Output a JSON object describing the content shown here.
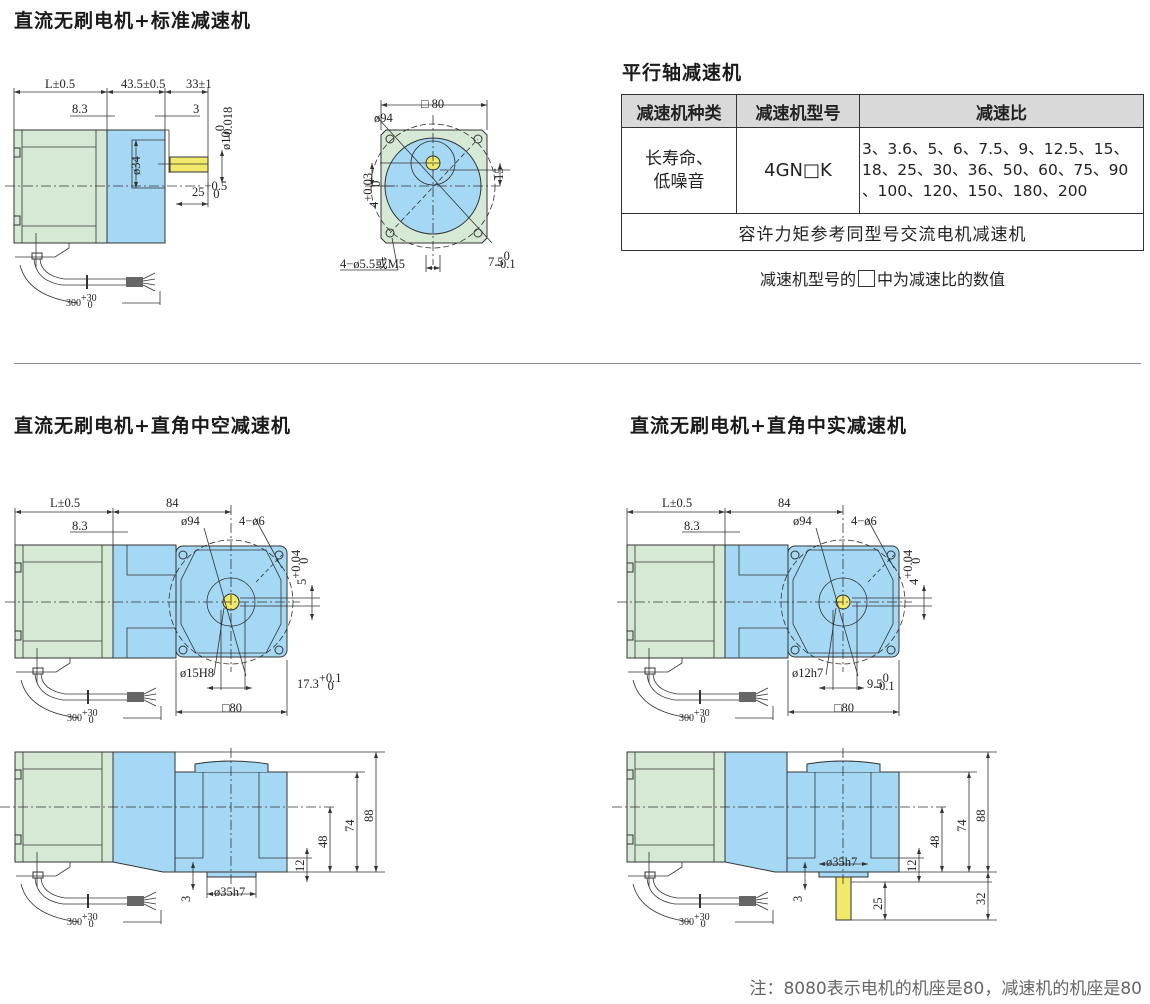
{
  "sections": {
    "standard_title": "直流无刷电机+标准减速机",
    "hollow_title": "直流无刷电机+直角中空减速机",
    "solid_title": "直流无刷电机+直角中实减速机"
  },
  "table": {
    "title": "平行轴减速机",
    "headers": [
      "减速机种类",
      "减速机型号",
      "减速比"
    ],
    "type_lines": [
      "长寿命、",
      "低噪音"
    ],
    "model": "4GN□K",
    "ratio_lines": [
      "3、3.6、5、6、7.5、9、12.5、15、",
      "18、25、30、36、50、60、75、90",
      "、100、120、150、180、200"
    ],
    "footer_row": "容许力矩参考同型号交流电机减速机",
    "note_prefix": "减速机型号的",
    "note_suffix": "中为减速比的数值"
  },
  "footnote": "注：8080表示电机的机座是80，减速机的机座是80",
  "colors": {
    "motor": "#d6e9d4",
    "gearbox": "#a5d8f4",
    "shaft": "#f2e86a",
    "line": "#333333"
  },
  "cable": {
    "main": "300",
    "upper": "+30",
    "lower": "0"
  },
  "standard": {
    "L": "L±0.5",
    "gear_len": "43.5±0.5",
    "shaft_len": "33±1",
    "d83": "8.3",
    "d3": "3",
    "d34": "ø34",
    "shaft_d": {
      "main": "ø10",
      "upper": "0",
      "lower": "-0.018"
    },
    "key_len": {
      "main": "25",
      "upper": "+0.5",
      "lower": "0"
    },
    "square": "□ 80",
    "d94": "ø94",
    "d15": "15",
    "key_w": {
      "main": "4",
      "upper": "+0.03",
      "lower": "0"
    },
    "holes": "4−ø5.5或M5",
    "key_h": {
      "main": "7.5",
      "upper": "0",
      "lower": "-0.1"
    }
  },
  "hollow": {
    "L": "L±0.5",
    "d84": "84",
    "d83": "8.3",
    "d94": "ø94",
    "holes": "4−ø6",
    "key_w": {
      "main": "5",
      "upper": "+0.04",
      "lower": "0"
    },
    "bore": "ø15H8",
    "key_h": {
      "main": "17.3",
      "upper": "+0.1",
      "lower": "0"
    },
    "square": "□80",
    "d88": "88",
    "d74": "74",
    "d48": "48",
    "d12": "12",
    "d3": "3",
    "d35": "ø35h7"
  },
  "solid": {
    "L": "L±0.5",
    "d84": "84",
    "d83": "8.3",
    "d94": "ø94",
    "holes": "4−ø6",
    "key_w": {
      "main": "4",
      "upper": "+0.04",
      "lower": "0"
    },
    "bore": "ø12h7",
    "key_h": {
      "main": "9.5",
      "upper": "0",
      "lower": "-0.1"
    },
    "square": "□80",
    "d88": "88",
    "d74": "74",
    "d48": "48",
    "d12": "12",
    "d3": "3",
    "d35": "ø35h7",
    "d25": "25",
    "d32": "32"
  }
}
